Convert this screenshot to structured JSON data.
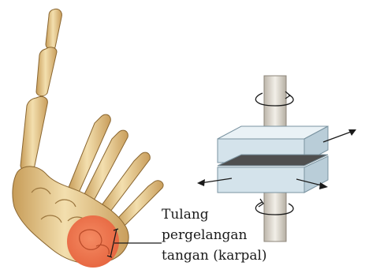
{
  "figure": {
    "label": {
      "line1": "Tulang",
      "line2": "pergelangan",
      "line3": "tangan (karpal)"
    },
    "colors": {
      "bone": "#eacd8f",
      "bone_shadow": "#b98e4c",
      "bone_highlight": "#f7e6bf",
      "carpal_highlight": "#f0774f",
      "block": "#d7e6ee",
      "block_shadow": "#9fb6c2",
      "spacer": "#5a5a5a",
      "rod": "#e7e2d8"
    },
    "icons": {
      "hand": "hand-skeleton-icon",
      "joint": "saddle-joint-model-icon",
      "rotation": "rotation-arrow-icon",
      "slide": "slide-arrow-icon"
    }
  }
}
